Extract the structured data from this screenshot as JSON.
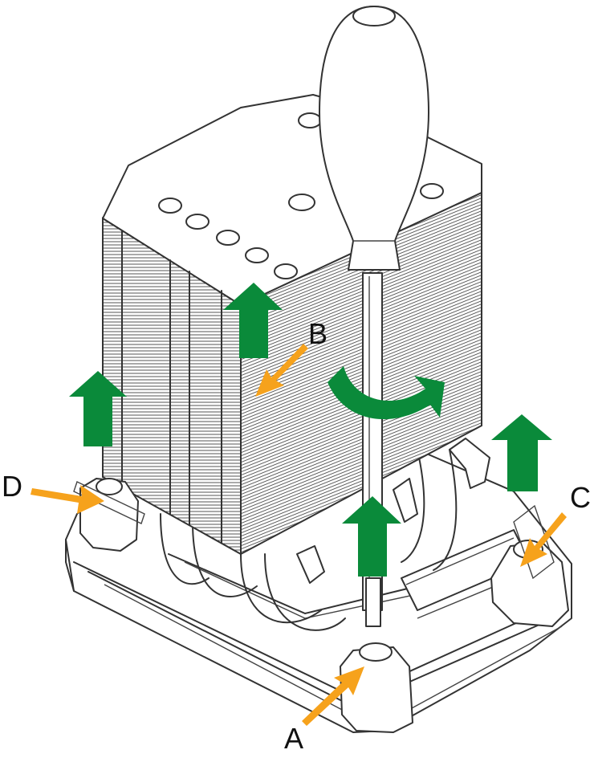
{
  "labels": {
    "a": "A",
    "b": "B",
    "c": "C",
    "d": "D"
  },
  "colors": {
    "lift_arrow": "#0a8a3a",
    "callout_arrow": "#f6a21c",
    "line": "#333333",
    "background": "#ffffff"
  },
  "icons": {
    "lift": "up-arrow-icon",
    "rotate": "rotate-clockwise-icon",
    "pointer": "callout-arrow-icon",
    "tool": "screwdriver-icon"
  }
}
